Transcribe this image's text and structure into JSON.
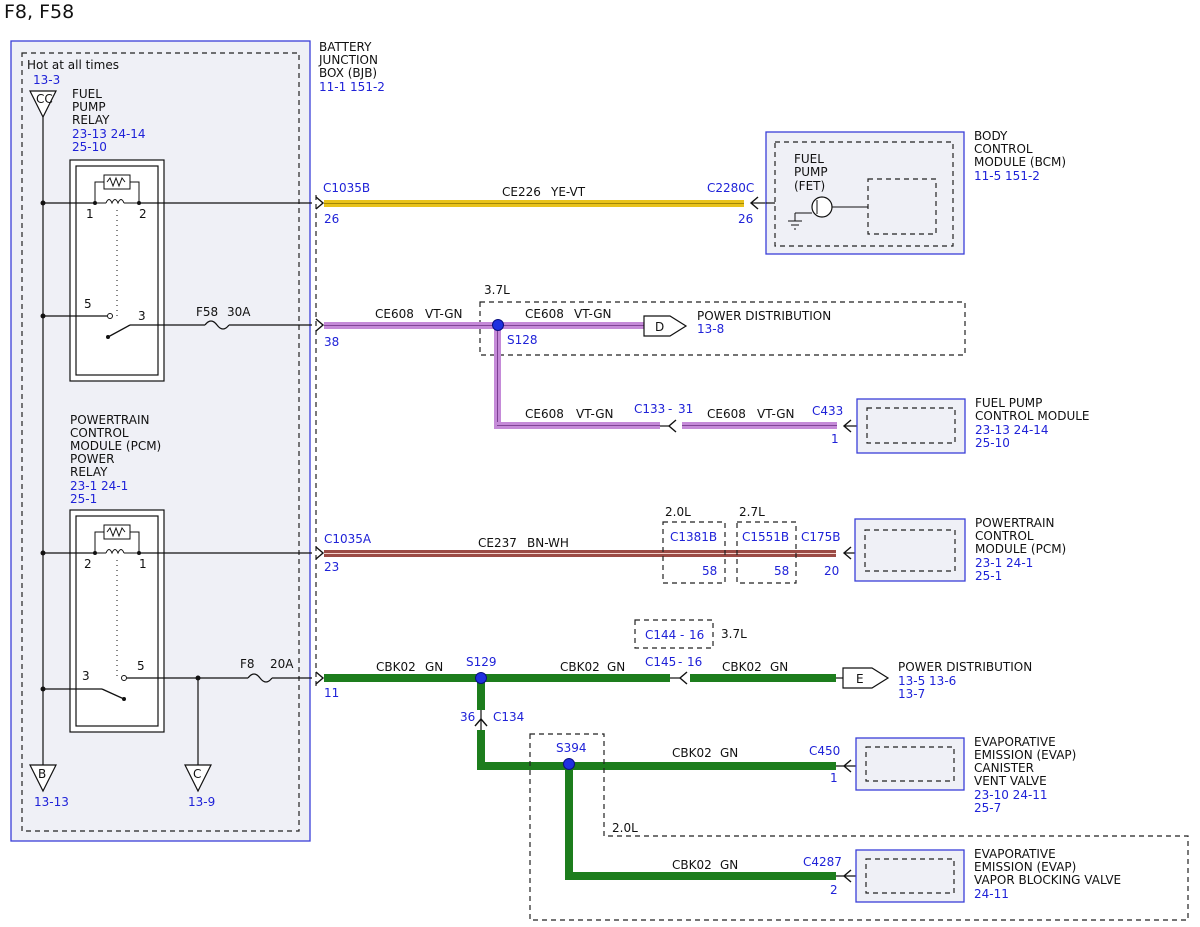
{
  "title": "F8, F58",
  "colors": {
    "yellow": "#e8c21a",
    "purple": "#c58ad8",
    "brown": "#9b4a44",
    "green": "#1d7d1d",
    "blue_text": "#1f22d8",
    "splice": "#2030e0"
  },
  "bjb": {
    "name": [
      "BATTERY",
      "JUNCTION",
      "BOX (BJB)"
    ],
    "refs": "11-1   151-2",
    "hot_label": "Hot at all times",
    "hot_ref": "13-3"
  },
  "grounds": {
    "cc": "CC",
    "b": "B",
    "b_ref": "13-13",
    "c": "C",
    "c_ref": "13-9"
  },
  "fuel_pump_relay": {
    "name": [
      "FUEL",
      "PUMP",
      "RELAY"
    ],
    "refs": [
      "23-13   24-14",
      "25-10"
    ],
    "pin1": "1",
    "pin2": "2",
    "pin5": "5",
    "pin3": "3"
  },
  "pcm_relay": {
    "name": [
      "POWERTRAIN",
      "CONTROL",
      "MODULE (PCM)",
      "POWER",
      "RELAY"
    ],
    "refs": [
      "23-1    24-1",
      "25-1"
    ],
    "pin2": "2",
    "pin1": "1",
    "pin3": "3",
    "pin5": "5"
  },
  "fuses": {
    "f58": "F58",
    "f58_amp": "30A",
    "f8": "F8",
    "f8_amp": "20A"
  },
  "wire_ce226": {
    "conn_left": "C1035B",
    "pin_left": "26",
    "circuit": "CE226",
    "color": "YE-VT",
    "conn_right": "C2280C",
    "pin_right": "26"
  },
  "bcm": {
    "name": [
      "BODY",
      "CONTROL",
      "MODULE (BCM)"
    ],
    "refs": "11-5    151-2",
    "internal": [
      "FUEL",
      "PUMP",
      "(FET)"
    ]
  },
  "wire_ce608": {
    "engine": "3.7L",
    "pin_bjb": "38",
    "circuit": "CE608",
    "color": "VT-GN",
    "splice": "S128",
    "pd_letter": "D",
    "pd_label": "POWER DISTRIBUTION",
    "pd_ref": "13-8",
    "c133": "C133",
    "c133_pin": "31",
    "c433": "C433",
    "c433_pin": "1"
  },
  "fuel_pump_module": {
    "name": [
      "FUEL PUMP",
      "CONTROL MODULE"
    ],
    "refs": [
      "23-13   24-14",
      "25-10"
    ]
  },
  "wire_ce237": {
    "conn_left": "C1035A",
    "pin_left": "23",
    "circuit": "CE237",
    "color": "BN-WH",
    "eng_a": "2.0L",
    "c1381b": "C1381B",
    "c1381b_pin": "58",
    "eng_b": "2.7L",
    "c1551b": "C1551B",
    "c1551b_pin": "58",
    "c175b": "C175B",
    "c175b_pin": "20"
  },
  "pcm": {
    "name": [
      "POWERTRAIN",
      "CONTROL",
      "MODULE (PCM)"
    ],
    "refs": [
      "23-1    24-1",
      "25-1"
    ]
  },
  "wire_cbk02": {
    "pin_bjb": "11",
    "circuit": "CBK02",
    "color": "GN",
    "s129": "S129",
    "c144": "C144",
    "c144_pin": "16",
    "eng_37": "3.7L",
    "c145": "C145",
    "c145_pin": "16",
    "pd_letter": "E",
    "pd_label": "POWER DISTRIBUTION",
    "pd_refs": [
      "13-5    13-6",
      "13-7"
    ],
    "c134": "C134",
    "c134_pin": "36",
    "s394": "S394",
    "c450": "C450",
    "c450_pin": "1",
    "eng_20": "2.0L",
    "c4287": "C4287",
    "c4287_pin": "2"
  },
  "evap_vent": {
    "name": [
      "EVAPORATIVE",
      "EMISSION (EVAP)",
      "CANISTER",
      "VENT VALVE"
    ],
    "refs": [
      "23-10   24-11",
      "25-7"
    ]
  },
  "evap_block": {
    "name": [
      "EVAPORATIVE",
      "EMISSION (EVAP)",
      "VAPOR BLOCKING VALVE"
    ],
    "refs": [
      "24-11"
    ]
  }
}
